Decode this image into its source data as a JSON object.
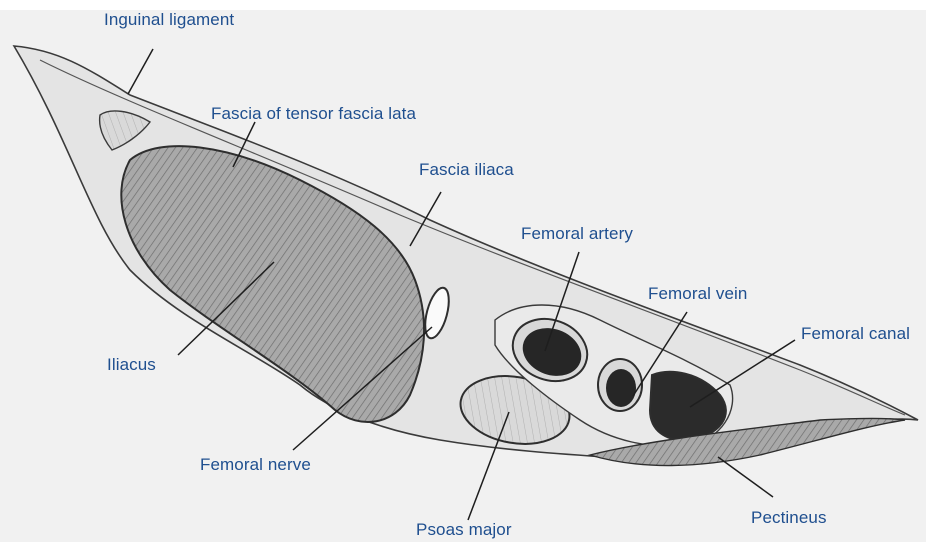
{
  "colors": {
    "label": "#1f4f8f",
    "background": "#ffffff",
    "panel": "#f1f1f1",
    "outline": "#3a3a3a",
    "muscle": "#9c9c9c",
    "vessel": "#262626"
  },
  "labels": {
    "inguinal_ligament": "Inguinal ligament",
    "fascia_tensor": "Fascia of tensor fascia lata",
    "fascia_iliaca": "Fascia iliaca",
    "femoral_artery": "Femoral artery",
    "femoral_vein": "Femoral vein",
    "femoral_canal": "Femoral canal",
    "iliacus": "Iliacus",
    "femoral_nerve": "Femoral nerve",
    "psoas_major": "Psoas major",
    "pectineus": "Pectineus"
  }
}
